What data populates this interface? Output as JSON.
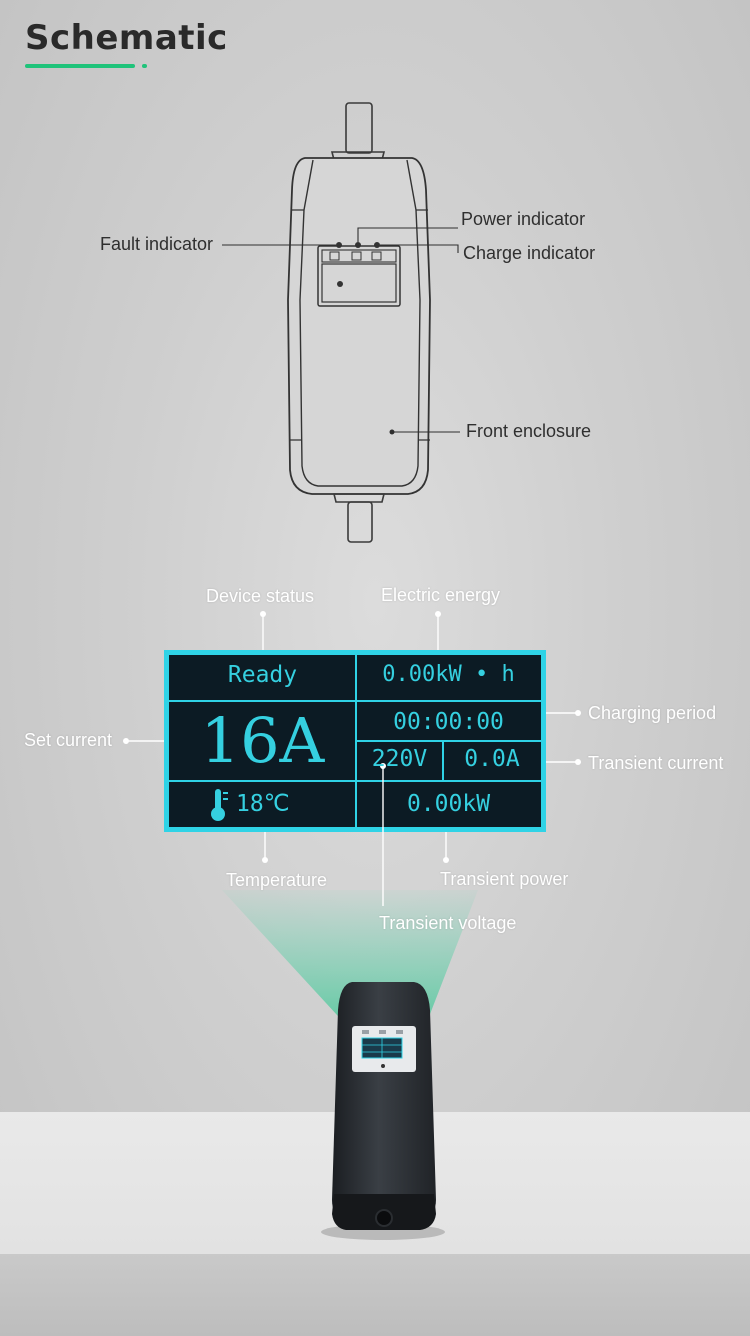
{
  "header": {
    "title": "Schematic"
  },
  "callouts": {
    "fault_indicator": "Fault indicator",
    "power_indicator": "Power indicator",
    "charge_indicator": "Charge indicator",
    "front_enclosure": "Front enclosure",
    "device_status": "Device status",
    "electric_energy": "Electric energy",
    "set_current": "Set current",
    "charging_period": "Charging period",
    "transient_current": "Transient current",
    "temperature": "Temperature",
    "transient_power": "Transient power",
    "transient_voltage": "Transient voltage"
  },
  "display": {
    "status": "Ready",
    "energy": "0.00kW • h",
    "set_current": "16A",
    "period": "00:00:00",
    "voltage": "220V",
    "current": "0.0A",
    "temperature": "18℃",
    "power": "0.00kW"
  },
  "colors": {
    "accent": "#1fc37a",
    "lcd_text": "#35d0e0",
    "lcd_bg": "#0c1b24",
    "lcd_frame": "#2fd3e6"
  },
  "icons": [
    "thermometer-icon"
  ]
}
